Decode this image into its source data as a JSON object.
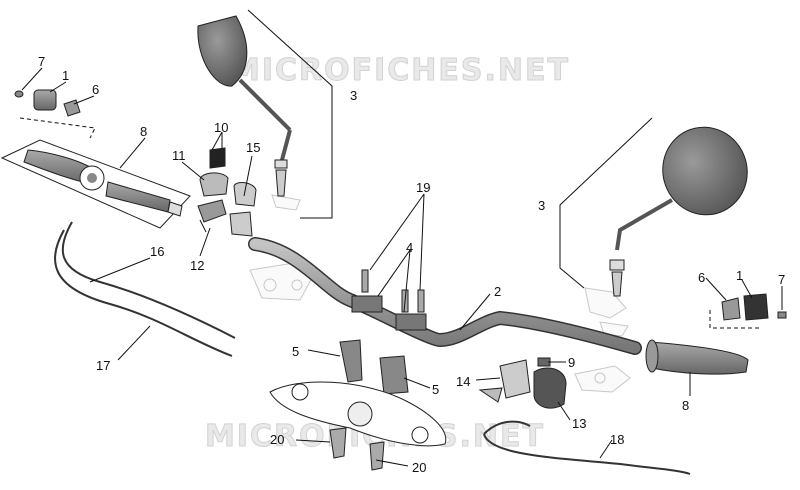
{
  "watermark": "MICROFICHES.NET",
  "labels": {
    "n1": "1",
    "n2": "2",
    "n3": "3",
    "n4": "4",
    "n5": "5",
    "n6": "6",
    "n7": "7",
    "n8": "8",
    "n9": "9",
    "n10": "10",
    "n11": "11",
    "n12": "12",
    "n13": "13",
    "n14": "14",
    "n15": "15",
    "n16": "16",
    "n17": "17",
    "n18": "18",
    "n19": "19",
    "n20": "20"
  },
  "colors": {
    "mirror_glass": "#6e6e6e",
    "grip": "#8a8a8a",
    "handlebar": "#9a9a9a",
    "ghost_outline": "#c8c8c8",
    "leader": "#111111"
  }
}
